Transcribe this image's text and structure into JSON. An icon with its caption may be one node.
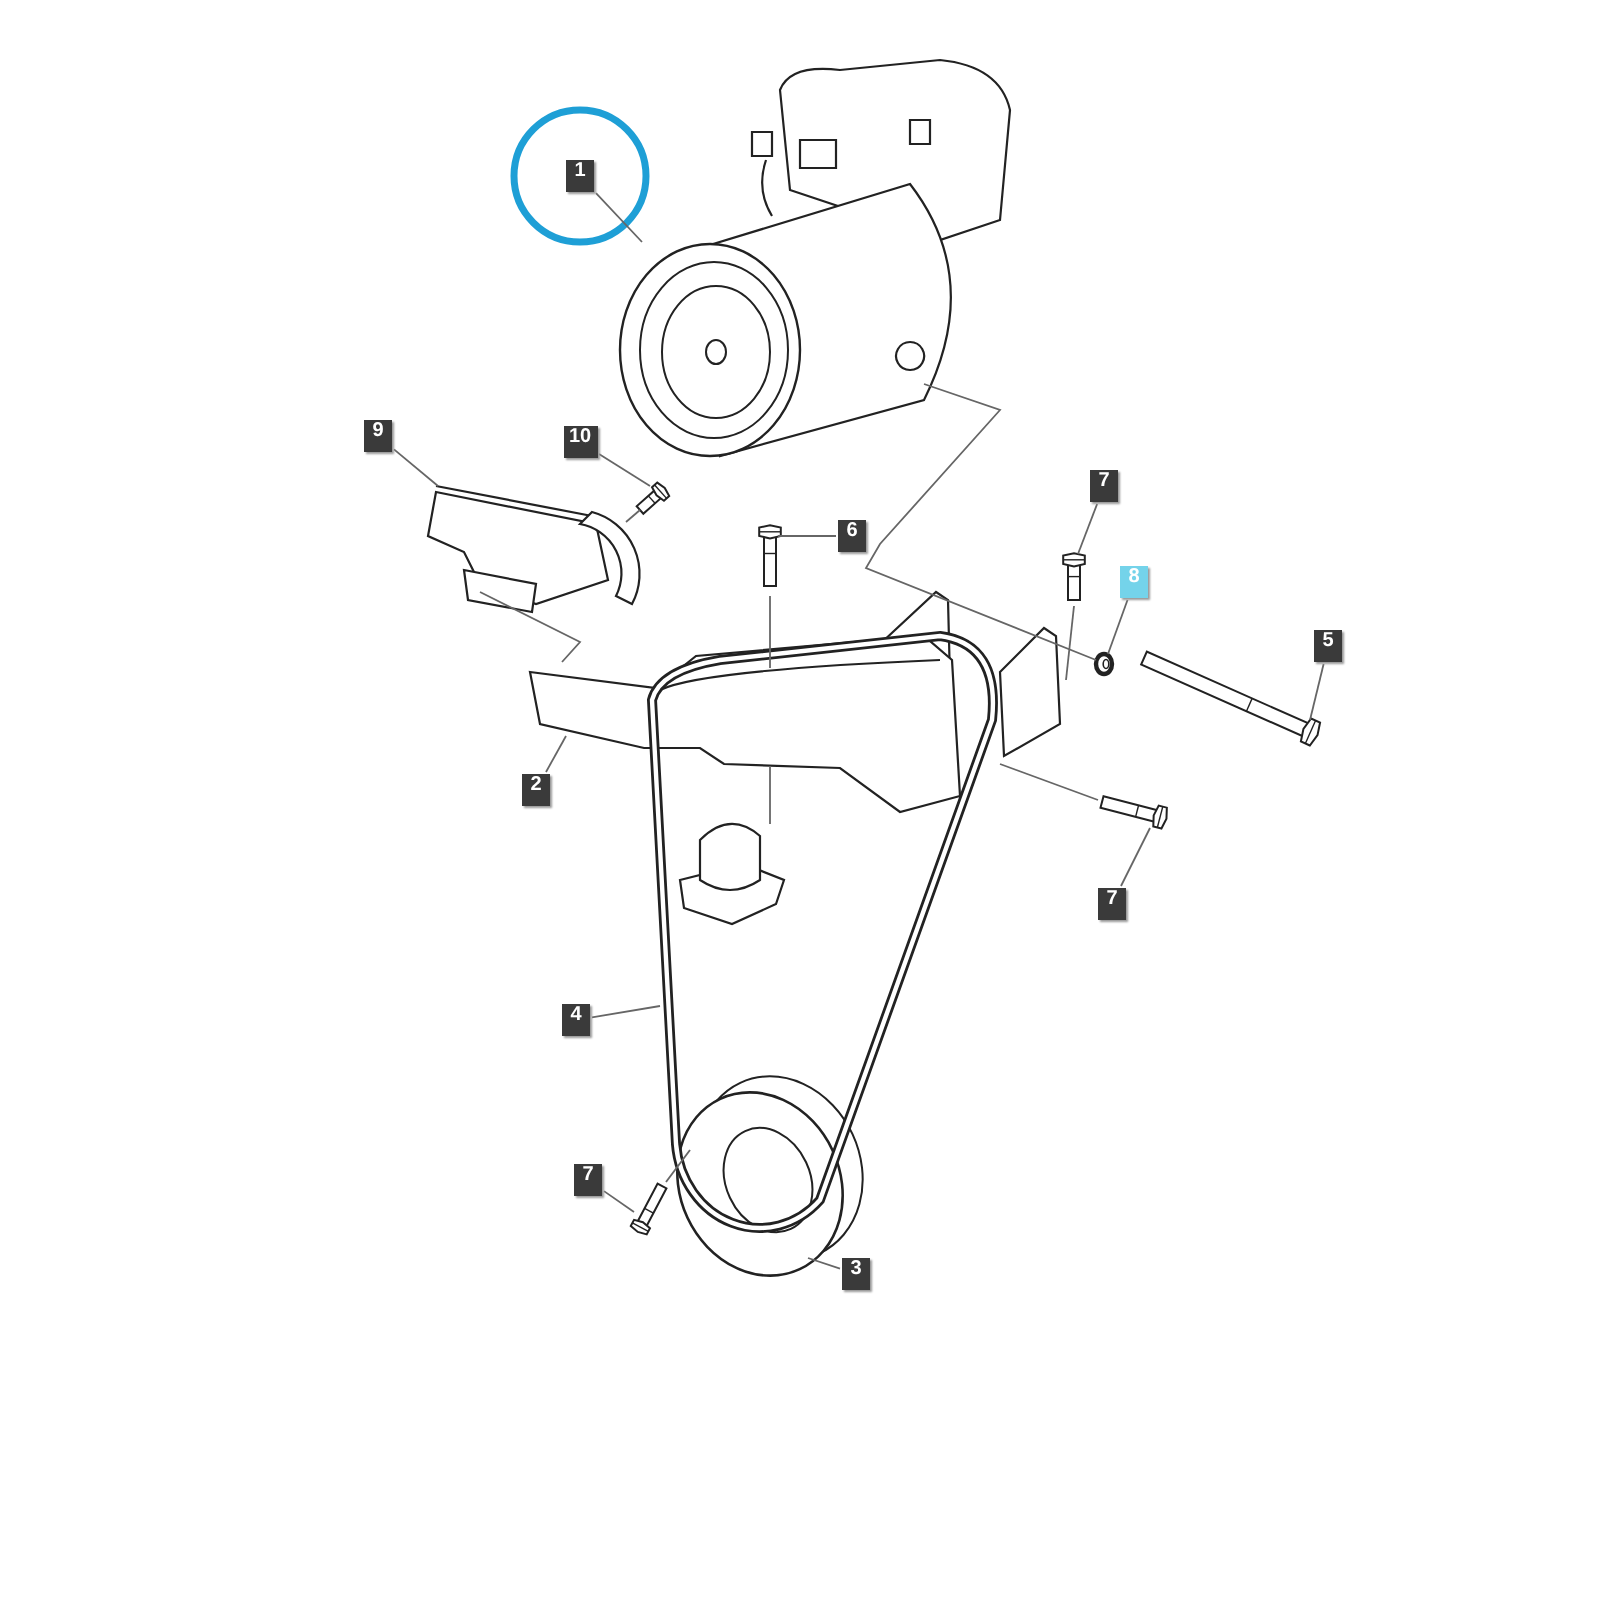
{
  "diagram": {
    "nodes": [
      {
        "text": [
          "1"
        ]
      },
      {
        "text": [
          "9"
        ]
      },
      {
        "text": [
          "10"
        ]
      },
      {
        "text": [
          "7"
        ]
      },
      {
        "text": [
          "6"
        ]
      },
      {
        "text": [
          "8"
        ]
      },
      {
        "text": [
          "5"
        ]
      },
      {
        "text": [
          "2"
        ]
      },
      {
        "text": [
          "7"
        ]
      },
      {
        "text": [
          "4"
        ]
      },
      {
        "text": [
          "7"
        ]
      },
      {
        "text": [
          "3"
        ]
      },
      {
        "text": [],
        "shape": "picture"
      },
      {
        "text": [],
        "shape": "picture"
      },
      {
        "text": [],
        "shape": "bolt"
      },
      {
        "text": [],
        "shape": "bolt"
      },
      {
        "text": [],
        "shape": "bolt"
      },
      {
        "text": [],
        "shape": "ring"
      },
      {
        "text": [],
        "shape": "bolt"
      },
      {
        "text": [],
        "shape": "picture"
      },
      {
        "text": [],
        "shape": "bolt"
      },
      {
        "text": [],
        "shape": "picture"
      },
      {
        "text": [],
        "shape": "bolt"
      },
      {
        "text": [],
        "shape": "picture"
      },
      {
        "text": [],
        "shape": "picture",
        "in": 21
      }
    ],
    "edges": [
      {
        "from": 0,
        "to": 12,
        "arrow": "none"
      },
      {
        "from": 1,
        "to": 13,
        "arrow": "none"
      },
      {
        "from": 2,
        "to": 14,
        "arrow": "none"
      },
      {
        "from": 3,
        "to": 15,
        "arrow": "none"
      },
      {
        "from": 4,
        "to": 16,
        "arrow": "none"
      },
      {
        "from": 5,
        "to": 17,
        "arrow": "none"
      },
      {
        "from": 6,
        "to": 18,
        "arrow": "none"
      },
      {
        "from": 7,
        "to": 19,
        "arrow": "none"
      },
      {
        "from": 8,
        "to": 20,
        "arrow": "none"
      },
      {
        "from": 9,
        "to": 21,
        "arrow": "none"
      },
      {
        "from": 10,
        "to": 22,
        "arrow": "none"
      },
      {
        "from": 11,
        "to": 23,
        "arrow": "none"
      },
      {
        "from": 12,
        "to": 17,
        "arrow": "none"
      },
      {
        "from": 14,
        "to": 13,
        "arrow": "none"
      },
      {
        "from": 13,
        "to": 19,
        "arrow": "none"
      },
      {
        "from": 16,
        "to": 19,
        "arrow": "none"
      },
      {
        "from": 19,
        "to": 24,
        "arrow": "none"
      },
      {
        "from": 15,
        "to": 19,
        "arrow": "none"
      },
      {
        "from": 20,
        "to": 19,
        "arrow": "none"
      },
      {
        "from": 22,
        "to": 23,
        "arrow": "none"
      }
    ]
  }
}
